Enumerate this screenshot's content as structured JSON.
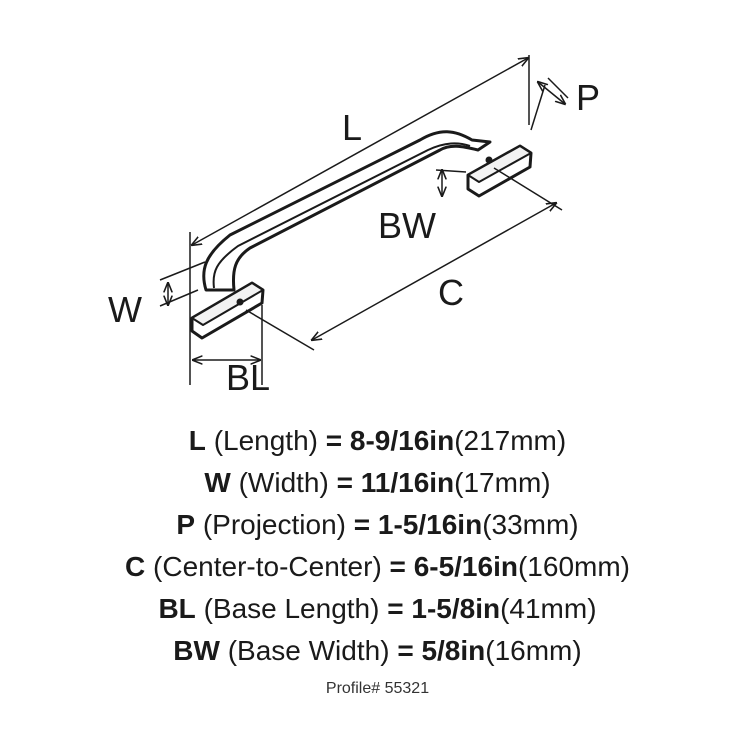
{
  "diagram": {
    "labels": {
      "L": "L",
      "P": "P",
      "BW": "BW",
      "W": "W",
      "C": "C",
      "BL": "BL"
    }
  },
  "specs": [
    {
      "key": "L",
      "name": "(Length)",
      "eq": "=",
      "imperial": "8-9/16in",
      "metric": "(217mm)"
    },
    {
      "key": "W",
      "name": "(Width)",
      "eq": "=",
      "imperial": "11/16in",
      "metric": "(17mm)"
    },
    {
      "key": "P",
      "name": "(Projection)",
      "eq": "=",
      "imperial": "1-5/16in",
      "metric": "(33mm)"
    },
    {
      "key": "C",
      "name": "(Center-to-Center)",
      "eq": "=",
      "imperial": "6-5/16in",
      "metric": "(160mm)"
    },
    {
      "key": "BL",
      "name": "(Base Length)",
      "eq": "=",
      "imperial": "1-5/8in",
      "metric": "(41mm)"
    },
    {
      "key": "BW",
      "name": "(Base Width)",
      "eq": "=",
      "imperial": "5/8in",
      "metric": "(16mm)"
    }
  ],
  "profile": "Profile# 55321"
}
